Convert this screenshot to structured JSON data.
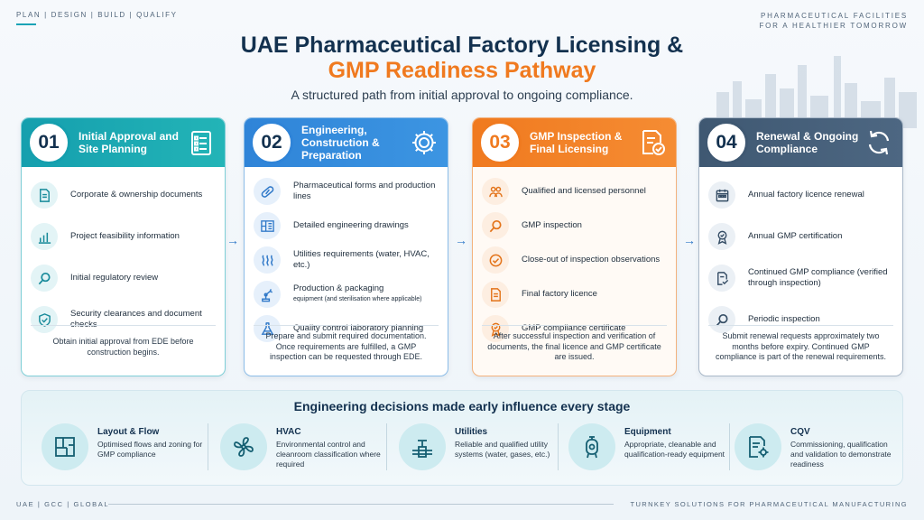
{
  "top_nav": "PLAN  |  DESIGN  |  BUILD  |  QUALIFY",
  "top_right": {
    "line1": "PHARMACEUTICAL FACILITIES",
    "line2": "FOR A HEALTHIER TOMORROW"
  },
  "title_line1": "UAE Pharmaceutical Factory Licensing &",
  "title_line2": "GMP Readiness Pathway",
  "subtitle": "A structured path from initial approval to ongoing compliance.",
  "colors": {
    "teal": "#159fae",
    "blue": "#2f84d8",
    "orange": "#f07a1f",
    "slate": "#3f5872",
    "navy": "#13314f"
  },
  "stages": [
    {
      "number": "01",
      "title": "Initial Approval and Site Planning",
      "icon": "checklist-icon",
      "items": [
        {
          "icon": "document-icon",
          "text": "Corporate & ownership documents"
        },
        {
          "icon": "bar-chart-icon",
          "text": "Project feasibility information"
        },
        {
          "icon": "magnifier-icon",
          "text": "Initial regulatory review"
        },
        {
          "icon": "shield-check-icon",
          "text": "Security clearances and document checks"
        }
      ],
      "footer": "Obtain initial approval from EDE before construction begins."
    },
    {
      "number": "02",
      "title": "Engineering, Construction & Preparation",
      "icon": "gear-icon",
      "items": [
        {
          "icon": "capsule-icon",
          "text": "Pharmaceutical forms and production lines"
        },
        {
          "icon": "blueprint-icon",
          "text": "Detailed engineering drawings"
        },
        {
          "icon": "utilities-waves-icon",
          "text": "Utilities requirements (water, HVAC, etc.)"
        },
        {
          "icon": "robot-arm-icon",
          "text": "Production & packaging",
          "note": "equipment (and sterilisation where applicable)"
        },
        {
          "icon": "flask-icon",
          "text": "Quality control laboratory planning"
        }
      ],
      "footer": "Prepare and submit required documentation. Once requirements are fulfilled, a GMP inspection can be requested through EDE."
    },
    {
      "number": "03",
      "title": "GMP Inspection & Final Licensing",
      "icon": "certificate-check-icon",
      "items": [
        {
          "icon": "people-icon",
          "text": "Qualified and licensed personnel"
        },
        {
          "icon": "magnifier-icon",
          "text": "GMP inspection"
        },
        {
          "icon": "check-circle-icon",
          "text": "Close-out of inspection observations"
        },
        {
          "icon": "document-icon",
          "text": "Final factory licence"
        },
        {
          "icon": "award-badge-icon",
          "text": "GMP compliance certificate"
        }
      ],
      "footer": "After successful inspection and verification of documents, the final licence and GMP certificate are issued."
    },
    {
      "number": "04",
      "title": "Renewal & Ongoing Compliance",
      "icon": "refresh-icon",
      "items": [
        {
          "icon": "calendar-icon",
          "text": "Annual factory licence renewal"
        },
        {
          "icon": "award-badge-icon",
          "text": "Annual GMP certification"
        },
        {
          "icon": "document-check-icon",
          "text": "Continued GMP compliance (verified through inspection)"
        },
        {
          "icon": "magnifier-icon",
          "text": "Periodic inspection"
        }
      ],
      "footer": "Submit renewal requests approximately two months before expiry. Continued GMP compliance is part of the renewal requirements."
    }
  ],
  "bottom": {
    "title": "Engineering decisions made early influence every stage",
    "factors": [
      {
        "icon": "layout-plan-icon",
        "title": "Layout & Flow",
        "desc": "Optimised flows and zoning for GMP compliance"
      },
      {
        "icon": "fan-icon",
        "title": "HVAC",
        "desc": "Environmental control and cleanroom classification where required"
      },
      {
        "icon": "pipe-valve-icon",
        "title": "Utilities",
        "desc": "Reliable and qualified utility systems (water, gases, etc.)"
      },
      {
        "icon": "vessel-icon",
        "title": "Equipment",
        "desc": "Appropriate, cleanable and qualification-ready equipment"
      },
      {
        "icon": "document-gear-icon",
        "title": "CQV",
        "desc": "Commissioning, qualification and validation to demonstrate readiness"
      }
    ]
  },
  "footer_left": "UAE  |  GCC  |  GLOBAL",
  "footer_right": "TURNKEY SOLUTIONS FOR PHARMACEUTICAL MANUFACTURING"
}
